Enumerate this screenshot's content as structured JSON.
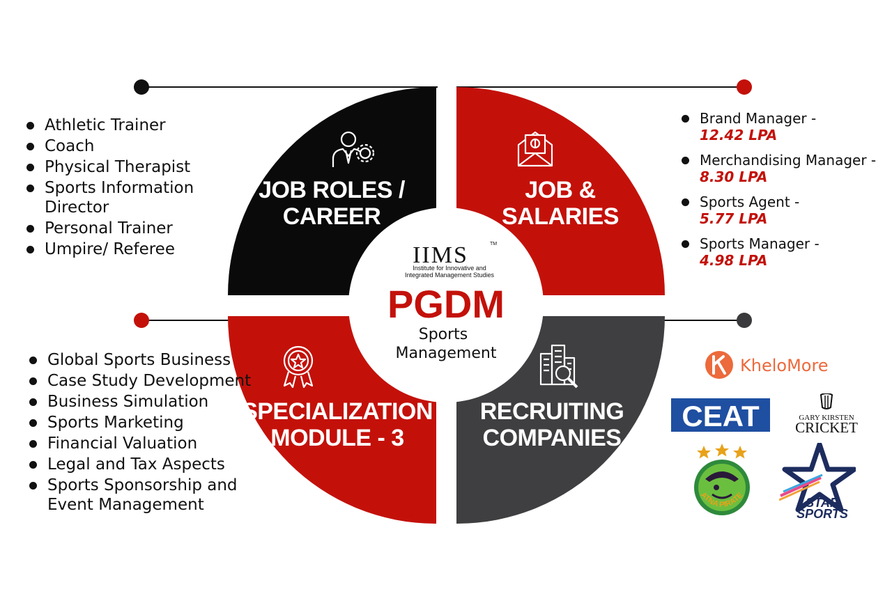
{
  "center": {
    "brand": "IIMS",
    "tm": "TM",
    "tagline_1": "Institute for Innovative and",
    "tagline_2": "Integrated Management Studies",
    "program": "PGDM",
    "subtitle_1": "Sports",
    "subtitle_2": "Management"
  },
  "quadrants": {
    "job_roles": {
      "title_1": "JOB ROLES /",
      "title_2": "CAREER",
      "icon": "businessman-gear-icon"
    },
    "salaries": {
      "title_1": "JOB &",
      "title_2": "SALARIES",
      "icon": "money-envelope-icon"
    },
    "specialization": {
      "title_1": "SPECIALIZATION",
      "title_2": "MODULE - 3",
      "icon": "award-badge-icon"
    },
    "recruiting": {
      "title_1": "RECRUITING",
      "title_2": "COMPANIES",
      "icon": "building-search-icon"
    }
  },
  "job_roles_list": [
    "Athletic Trainer",
    "Coach",
    "Physical Therapist",
    "Sports Information Director",
    "Personal Trainer",
    "Umpire/ Referee"
  ],
  "salaries_list": [
    {
      "role": "Brand Manager - ",
      "value": "12.42 LPA"
    },
    {
      "role": "Merchandising Manager - ",
      "value": "8.30 LPA"
    },
    {
      "role": "Sports Agent - ",
      "value": "5.77 LPA"
    },
    {
      "role": "Sports Manager - ",
      "value": "4.98 LPA"
    }
  ],
  "module_list": [
    "Global Sports Business",
    "Case Study Development",
    "Business Simulation",
    "Sports Marketing",
    "Financial Valuation",
    "Legal and Tax Aspects",
    "Sports Sponsorship and Event Management"
  ],
  "companies": {
    "kheломore": "KheloMore",
    "ceat": "CEAT",
    "gk_top": "GARY KIRSTEN",
    "gk_bottom": "CRICKET",
    "patna": "PATNA PIRATES",
    "star_1": "STAR",
    "star_2": "SPORTS"
  },
  "colors": {
    "red": "#c3110a",
    "black": "#0a0a0a",
    "grey": "#3f3f41",
    "connector_dark": "#111111",
    "connector_grey": "#3a3a3c"
  }
}
